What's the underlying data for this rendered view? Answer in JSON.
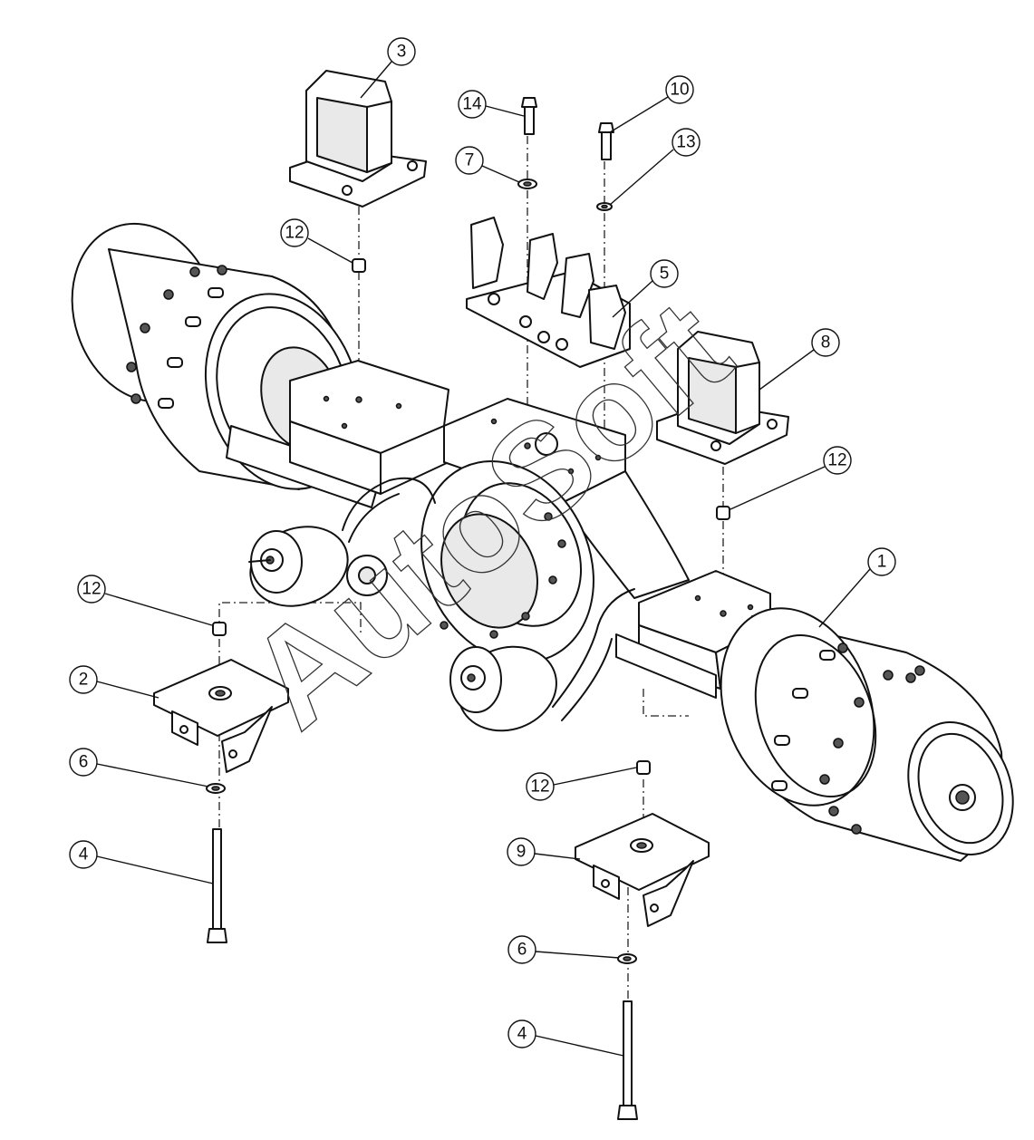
{
  "diagram": {
    "watermark": "AutoSoft",
    "callouts": [
      {
        "id": "c1",
        "label": "1"
      },
      {
        "id": "c2",
        "label": "2"
      },
      {
        "id": "c3",
        "label": "3"
      },
      {
        "id": "c4a",
        "label": "4"
      },
      {
        "id": "c4b",
        "label": "4"
      },
      {
        "id": "c5",
        "label": "5"
      },
      {
        "id": "c6a",
        "label": "6"
      },
      {
        "id": "c6b",
        "label": "6"
      },
      {
        "id": "c7",
        "label": "7"
      },
      {
        "id": "c8",
        "label": "8"
      },
      {
        "id": "c9",
        "label": "9"
      },
      {
        "id": "c10",
        "label": "10"
      },
      {
        "id": "c12a",
        "label": "12"
      },
      {
        "id": "c12b",
        "label": "12"
      },
      {
        "id": "c12c",
        "label": "12"
      },
      {
        "id": "c12d",
        "label": "12"
      },
      {
        "id": "c13",
        "label": "13"
      },
      {
        "id": "c14",
        "label": "14"
      }
    ]
  }
}
